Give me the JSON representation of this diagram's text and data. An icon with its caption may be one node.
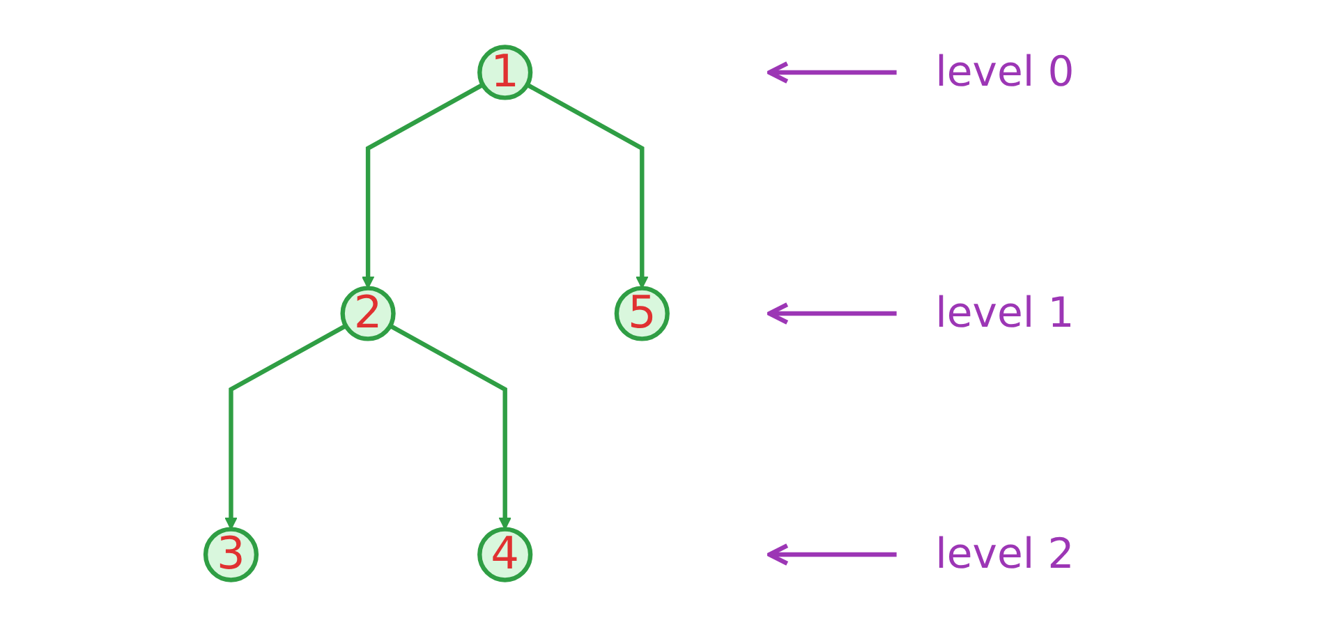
{
  "diagram": {
    "nodes": [
      {
        "text": [
          "1"
        ]
      },
      {
        "text": [
          "2"
        ]
      },
      {
        "text": [
          "5"
        ]
      },
      {
        "text": [
          "3"
        ]
      },
      {
        "text": [
          "4"
        ]
      },
      {
        "text": [
          "level 0"
        ]
      },
      {
        "text": [
          "level 1"
        ]
      },
      {
        "text": [
          "level 2"
        ]
      }
    ],
    "edges": [
      {
        "from": 0,
        "to": 1,
        "arrow": "to"
      },
      {
        "from": 0,
        "to": 2,
        "arrow": "to"
      },
      {
        "from": 1,
        "to": 3,
        "arrow": "to"
      },
      {
        "from": 1,
        "to": 4,
        "arrow": "to"
      },
      {
        "from": 5,
        "to": null,
        "arrow": "to",
        "color": "#9c36b5"
      },
      {
        "from": 6,
        "to": null,
        "arrow": "to",
        "color": "#9c36b5"
      },
      {
        "from": 7,
        "to": null,
        "arrow": "to",
        "color": "#9c36b5"
      }
    ]
  }
}
